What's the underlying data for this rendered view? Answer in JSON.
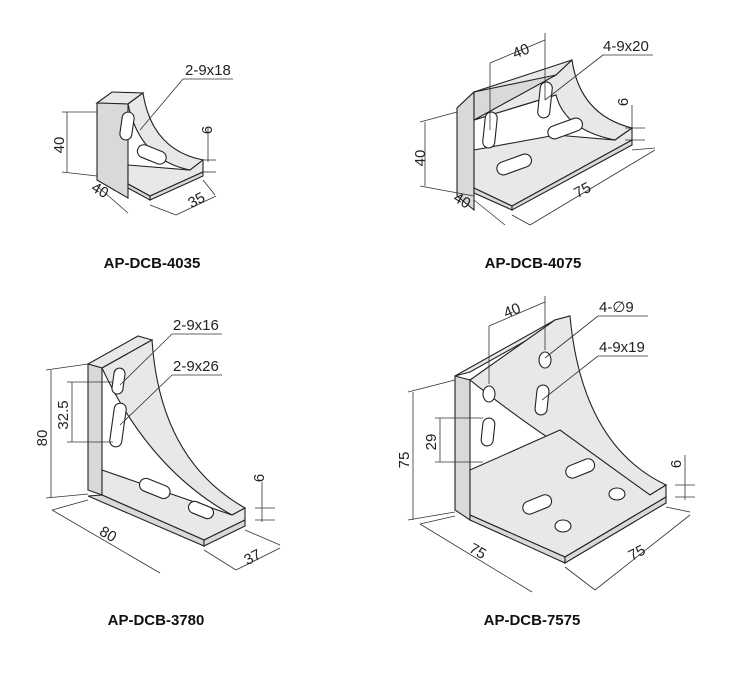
{
  "parts": [
    {
      "model": "AP-DCB-4035",
      "width": "40",
      "height": "40",
      "depth": "35",
      "thickness": "6",
      "holes": [
        "2-9x18"
      ]
    },
    {
      "model": "AP-DCB-4075",
      "width": "75",
      "height": "40",
      "depth": "40",
      "pitch": "40",
      "thickness": "6",
      "holes": [
        "4-9x20"
      ]
    },
    {
      "model": "AP-DCB-3780",
      "width": "80",
      "height": "80",
      "depth": "37",
      "pitch": "32.5",
      "thickness": "6",
      "holes": [
        "2-9x16",
        "2-9x26"
      ]
    },
    {
      "model": "AP-DCB-7575",
      "width": "75",
      "height": "75",
      "depth": "75",
      "pitch_h": "40",
      "pitch_v": "29",
      "thickness": "6",
      "holes": [
        "4-∅9",
        "4-9x19"
      ]
    }
  ]
}
